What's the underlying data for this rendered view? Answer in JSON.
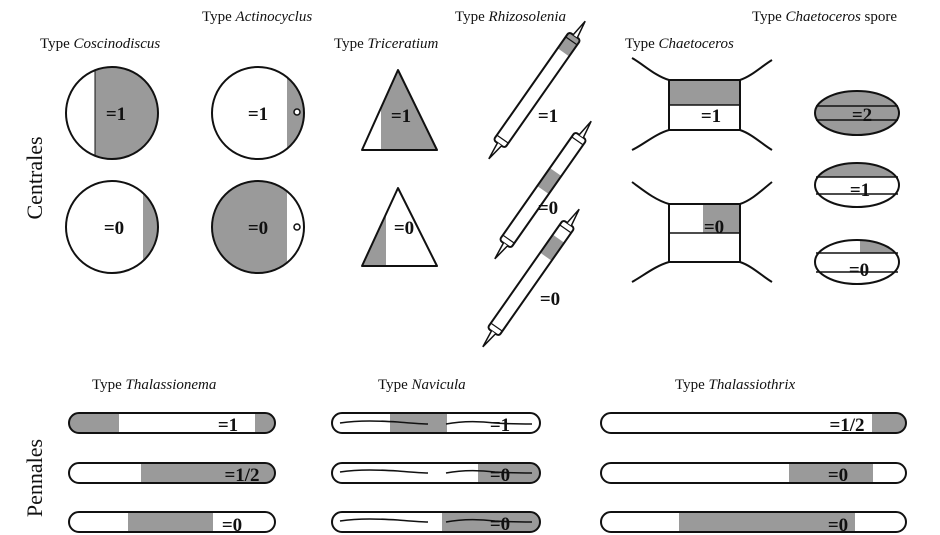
{
  "colors": {
    "shade": "#9a9a9a",
    "outline": "#111111",
    "background": "#ffffff"
  },
  "groups": {
    "centrales": "Centrales",
    "pennales": "Pennales"
  },
  "type_prefix": "Type",
  "centrales": {
    "coscinodiscus": {
      "name": "Coscinodiscus",
      "values": [
        "=1",
        "=0"
      ]
    },
    "actinocyclus": {
      "name": "Actinocyclus",
      "values": [
        "=1",
        "=0"
      ]
    },
    "triceratium": {
      "name": "Triceratium",
      "values": [
        "=1",
        "=0"
      ]
    },
    "rhizosolenia": {
      "name": "Rhizosolenia",
      "values": [
        "=1",
        "=0",
        "=0"
      ]
    },
    "chaetoceros": {
      "name": "Chaetoceros",
      "values": [
        "=1",
        "=0"
      ]
    },
    "chaetoceros_spore": {
      "name": "Chaetoceros",
      "suffix": " spore",
      "values": [
        "=2",
        "=1",
        "=0"
      ]
    }
  },
  "pennales": {
    "thalassionema": {
      "name": "Thalassionema",
      "values": [
        "=1",
        "=1/2",
        "=0"
      ]
    },
    "navicula": {
      "name": "Navicula",
      "values": [
        "=1",
        "=0",
        "=0"
      ]
    },
    "thalassiothrix": {
      "name": "Thalassiothrix",
      "values": [
        "=1/2",
        "=0",
        "=0"
      ]
    }
  }
}
